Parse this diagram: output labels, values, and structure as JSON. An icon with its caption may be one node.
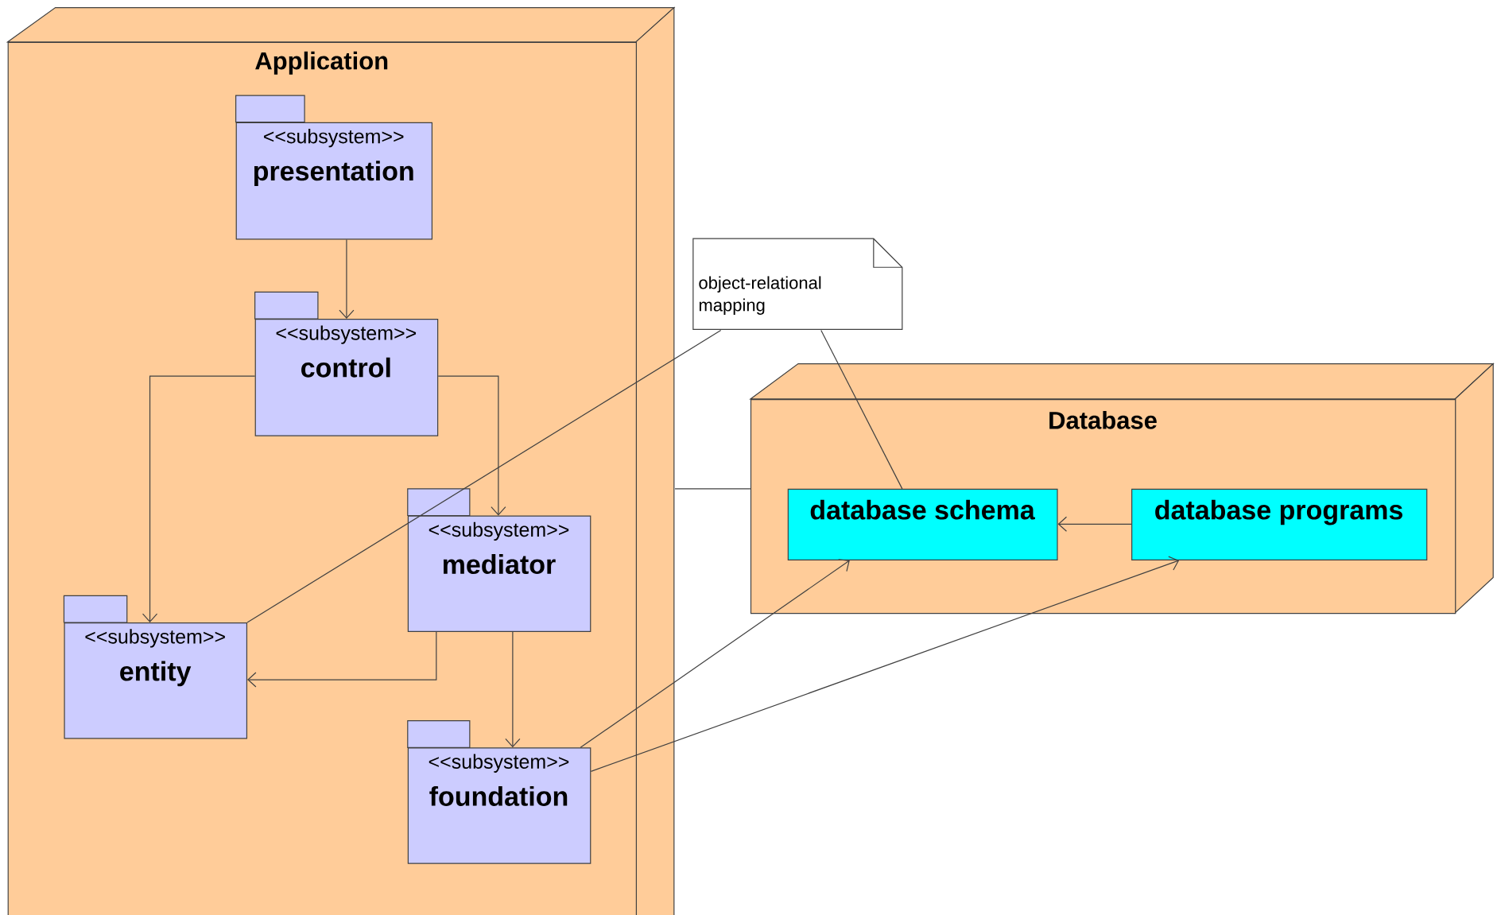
{
  "diagram": {
    "nodes": [
      {
        "text": [
          "Application"
        ]
      },
      {
        "text": [
          "<<subsystem>>",
          "presentation"
        ],
        "in": 0
      },
      {
        "text": [
          "<<subsystem>>",
          "control"
        ],
        "in": 0
      },
      {
        "text": [
          "<<subsystem>>",
          "mediator"
        ],
        "in": 0
      },
      {
        "text": [
          "<<subsystem>>",
          "entity"
        ],
        "in": 0
      },
      {
        "text": [
          "<<subsystem>>",
          "foundation"
        ],
        "in": 0
      },
      {
        "text": [
          "object-relational mapping"
        ]
      },
      {
        "text": [
          "Database"
        ]
      },
      {
        "text": [
          "database schema"
        ],
        "in": 7
      },
      {
        "text": [
          "database programs"
        ],
        "in": 7
      }
    ],
    "edges": [
      {
        "from": 1,
        "to": 2,
        "arrow": "to"
      },
      {
        "from": 2,
        "to": 4,
        "arrow": "to"
      },
      {
        "from": 2,
        "to": 3,
        "arrow": "to"
      },
      {
        "from": 3,
        "to": 4,
        "arrow": "to"
      },
      {
        "from": 3,
        "to": 5,
        "arrow": "to"
      },
      {
        "from": 5,
        "to": 8,
        "arrow": "to"
      },
      {
        "from": 5,
        "to": 9,
        "arrow": "to"
      },
      {
        "from": 9,
        "to": 8,
        "arrow": "to"
      },
      {
        "from": 6,
        "to": 4,
        "arrow": "none"
      },
      {
        "from": 6,
        "to": 8,
        "arrow": "none"
      },
      {
        "from": 0,
        "to": 7,
        "arrow": "none"
      }
    ]
  }
}
